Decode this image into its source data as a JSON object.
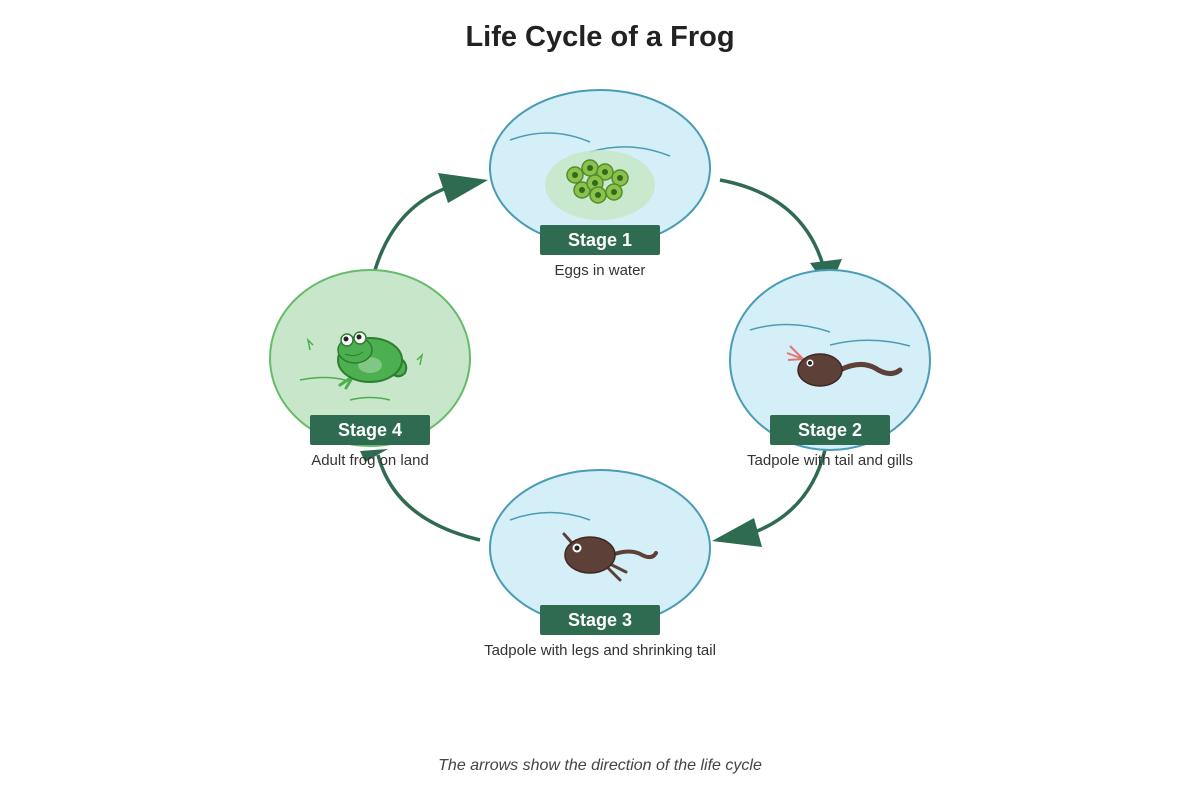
{
  "title": "Life Cycle of a Frog",
  "stages": [
    {
      "label": "Stage 1",
      "description": "Eggs in water"
    },
    {
      "label": "Stage 2",
      "description": "Tadpole with tail and gills"
    },
    {
      "label": "Stage 3",
      "description": "Tadpole with legs and shrinking tail"
    },
    {
      "label": "Stage 4",
      "description": "Adult frog on land"
    }
  ],
  "footnote": "The arrows show the direction of the life cycle",
  "colors": {
    "arrow": "#2e6b50",
    "label_bg": "#2e6b50",
    "water_fill": "#d4eff8",
    "water_stroke": "#4a9bb5",
    "land_fill": "#c8e6c9",
    "land_stroke": "#66bb6a",
    "egg": "#8bc34a",
    "tadpole": "#5d4037",
    "frog": "#4caf50"
  }
}
